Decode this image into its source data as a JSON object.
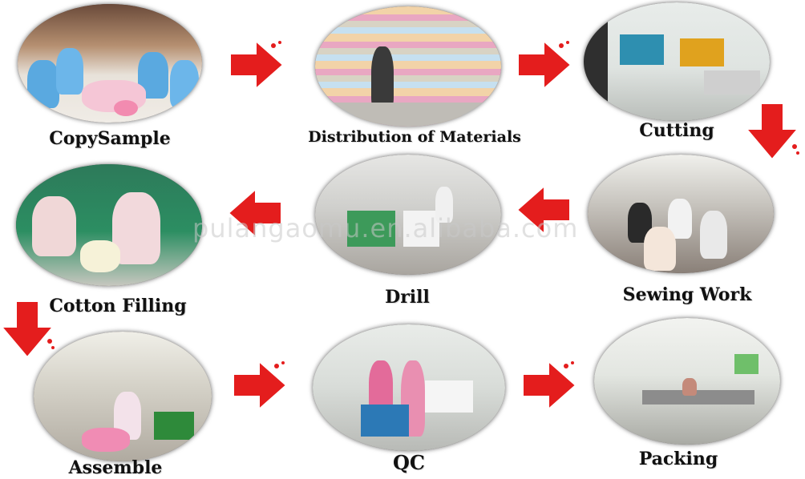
{
  "steps": [
    {
      "label": "CopySample"
    },
    {
      "label": "Distribution of Materials"
    },
    {
      "label": "Cutting"
    },
    {
      "label": "Sewing Work"
    },
    {
      "label": "Drill"
    },
    {
      "label": "Cotton Filling"
    },
    {
      "label": "Assemble"
    },
    {
      "label": "QC"
    },
    {
      "label": "Packing"
    }
  ],
  "watermark": "pulangaomu.en.alibaba.com",
  "colors": {
    "arrow": "#e41d1d",
    "background": "#ffffff",
    "label_text": "#111111"
  },
  "icons": [
    "arrow-right-icon",
    "arrow-down-icon",
    "arrow-left-icon"
  ]
}
